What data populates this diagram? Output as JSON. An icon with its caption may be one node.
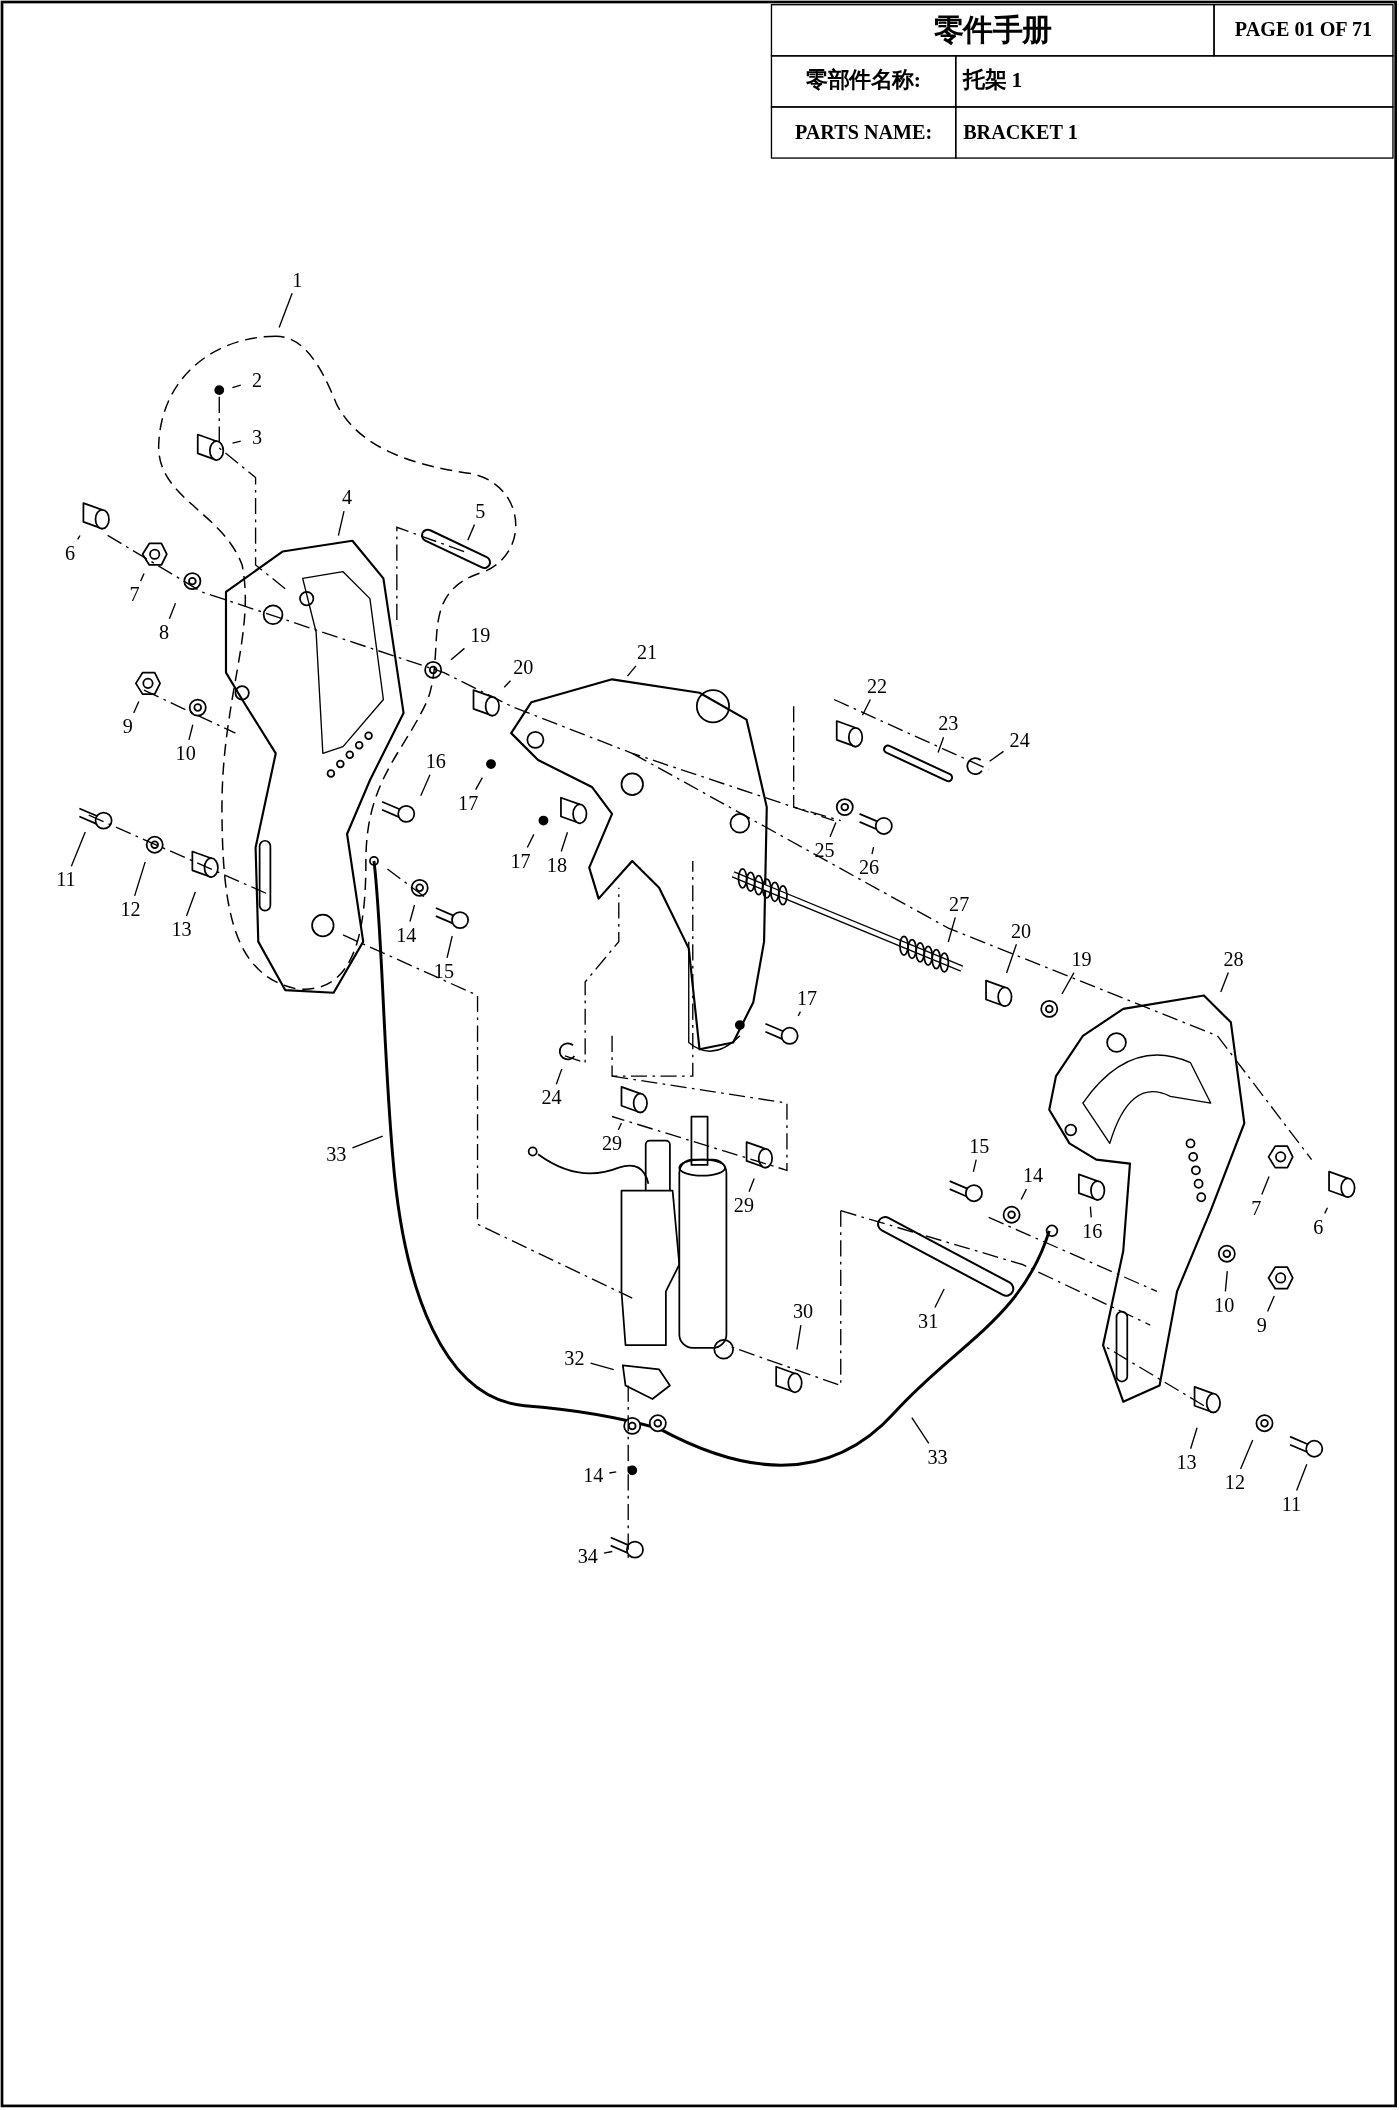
{
  "diagram": {
    "title": "零件手册",
    "labels": [
      "PAGE 01 OF 71",
      "零部件名称:",
      "托架 1",
      "PARTS NAME:",
      "BRACKET 1"
    ],
    "nodes": [
      {
        "text": [
          "1"
        ]
      },
      {
        "text": [
          "2"
        ]
      },
      {
        "text": [
          "3"
        ]
      },
      {
        "text": [
          "4"
        ]
      },
      {
        "text": [
          "5"
        ]
      },
      {
        "text": [
          "6"
        ]
      },
      {
        "text": [
          "7"
        ]
      },
      {
        "text": [
          "8"
        ]
      },
      {
        "text": [
          "9"
        ]
      },
      {
        "text": [
          "10"
        ]
      },
      {
        "text": [
          "11"
        ]
      },
      {
        "text": [
          "12"
        ]
      },
      {
        "text": [
          "13"
        ]
      },
      {
        "text": [
          "14"
        ]
      },
      {
        "text": [
          "15"
        ]
      },
      {
        "text": [
          "16"
        ]
      },
      {
        "text": [
          "17"
        ]
      },
      {
        "text": [
          "18"
        ]
      },
      {
        "text": [
          "17"
        ]
      },
      {
        "text": [
          "19"
        ]
      },
      {
        "text": [
          "20"
        ]
      },
      {
        "text": [
          "21"
        ]
      },
      {
        "text": [
          "22"
        ]
      },
      {
        "text": [
          "23"
        ]
      },
      {
        "text": [
          "24"
        ]
      },
      {
        "text": [
          "25"
        ]
      },
      {
        "text": [
          "26"
        ]
      },
      {
        "text": [
          "27"
        ]
      },
      {
        "text": [
          "20"
        ]
      },
      {
        "text": [
          "19"
        ]
      },
      {
        "text": [
          "17"
        ]
      },
      {
        "text": [
          "28"
        ]
      },
      {
        "text": [
          "24"
        ]
      },
      {
        "text": [
          "29"
        ]
      },
      {
        "text": [
          "29"
        ]
      },
      {
        "text": [
          "33"
        ]
      },
      {
        "text": [
          "15"
        ]
      },
      {
        "text": [
          "14"
        ]
      },
      {
        "text": [
          "16"
        ]
      },
      {
        "text": [
          "7"
        ]
      },
      {
        "text": [
          "6"
        ]
      },
      {
        "text": [
          "10"
        ]
      },
      {
        "text": [
          "9"
        ]
      },
      {
        "text": [
          "31"
        ]
      },
      {
        "text": [
          "30"
        ]
      },
      {
        "text": [
          "32"
        ]
      },
      {
        "text": [
          "33"
        ]
      },
      {
        "text": [
          "13"
        ]
      },
      {
        "text": [
          "12"
        ]
      },
      {
        "text": [
          "11"
        ]
      },
      {
        "text": [
          "14"
        ]
      },
      {
        "text": [
          "34"
        ]
      }
    ],
    "edges": [
      {
        "from": 0,
        "to": null,
        "arrow": "none"
      },
      {
        "from": 1,
        "to": null,
        "arrow": "none"
      },
      {
        "from": 2,
        "to": null,
        "arrow": "none"
      },
      {
        "from": 3,
        "to": null,
        "arrow": "none"
      },
      {
        "from": 4,
        "to": null,
        "arrow": "none"
      },
      {
        "from": 5,
        "to": null,
        "arrow": "none"
      },
      {
        "from": 6,
        "to": null,
        "arrow": "none"
      },
      {
        "from": 7,
        "to": null,
        "arrow": "none"
      },
      {
        "from": 8,
        "to": null,
        "arrow": "none"
      },
      {
        "from": 9,
        "to": null,
        "arrow": "none"
      },
      {
        "from": 10,
        "to": null,
        "arrow": "none"
      },
      {
        "from": 11,
        "to": null,
        "arrow": "none"
      },
      {
        "from": 12,
        "to": null,
        "arrow": "none"
      },
      {
        "from": 13,
        "to": null,
        "arrow": "none"
      },
      {
        "from": 14,
        "to": null,
        "arrow": "none"
      },
      {
        "from": 15,
        "to": null,
        "arrow": "none"
      },
      {
        "from": 16,
        "to": null,
        "arrow": "none"
      },
      {
        "from": 17,
        "to": null,
        "arrow": "none"
      },
      {
        "from": 18,
        "to": null,
        "arrow": "none"
      },
      {
        "from": 19,
        "to": null,
        "arrow": "none"
      },
      {
        "from": 20,
        "to": null,
        "arrow": "none"
      },
      {
        "from": 21,
        "to": null,
        "arrow": "none"
      },
      {
        "from": 22,
        "to": null,
        "arrow": "none"
      },
      {
        "from": 23,
        "to": null,
        "arrow": "none"
      },
      {
        "from": 24,
        "to": null,
        "arrow": "none"
      },
      {
        "from": 25,
        "to": null,
        "arrow": "none"
      },
      {
        "from": 26,
        "to": null,
        "arrow": "none"
      },
      {
        "from": 27,
        "to": null,
        "arrow": "none"
      },
      {
        "from": 28,
        "to": null,
        "arrow": "none"
      },
      {
        "from": 29,
        "to": null,
        "arrow": "none"
      },
      {
        "from": 30,
        "to": null,
        "arrow": "none"
      },
      {
        "from": 31,
        "to": null,
        "arrow": "none"
      },
      {
        "from": 32,
        "to": null,
        "arrow": "none"
      },
      {
        "from": 33,
        "to": null,
        "arrow": "none"
      },
      {
        "from": 34,
        "to": null,
        "arrow": "none"
      },
      {
        "from": 35,
        "to": null,
        "arrow": "none"
      },
      {
        "from": 36,
        "to": null,
        "arrow": "none"
      },
      {
        "from": 37,
        "to": null,
        "arrow": "none"
      },
      {
        "from": 38,
        "to": null,
        "arrow": "none"
      },
      {
        "from": 39,
        "to": null,
        "arrow": "none"
      },
      {
        "from": 40,
        "to": null,
        "arrow": "none"
      },
      {
        "from": 41,
        "to": null,
        "arrow": "none"
      },
      {
        "from": 42,
        "to": null,
        "arrow": "none"
      },
      {
        "from": 43,
        "to": null,
        "arrow": "none"
      },
      {
        "from": 44,
        "to": null,
        "arrow": "none"
      },
      {
        "from": 45,
        "to": null,
        "arrow": "none"
      },
      {
        "from": 46,
        "to": null,
        "arrow": "none"
      },
      {
        "from": 47,
        "to": null,
        "arrow": "none"
      },
      {
        "from": 48,
        "to": null,
        "arrow": "none"
      },
      {
        "from": 49,
        "to": null,
        "arrow": "none"
      },
      {
        "from": 50,
        "to": null,
        "arrow": "none"
      },
      {
        "from": 51,
        "to": null,
        "arrow": "none"
      }
    ]
  }
}
